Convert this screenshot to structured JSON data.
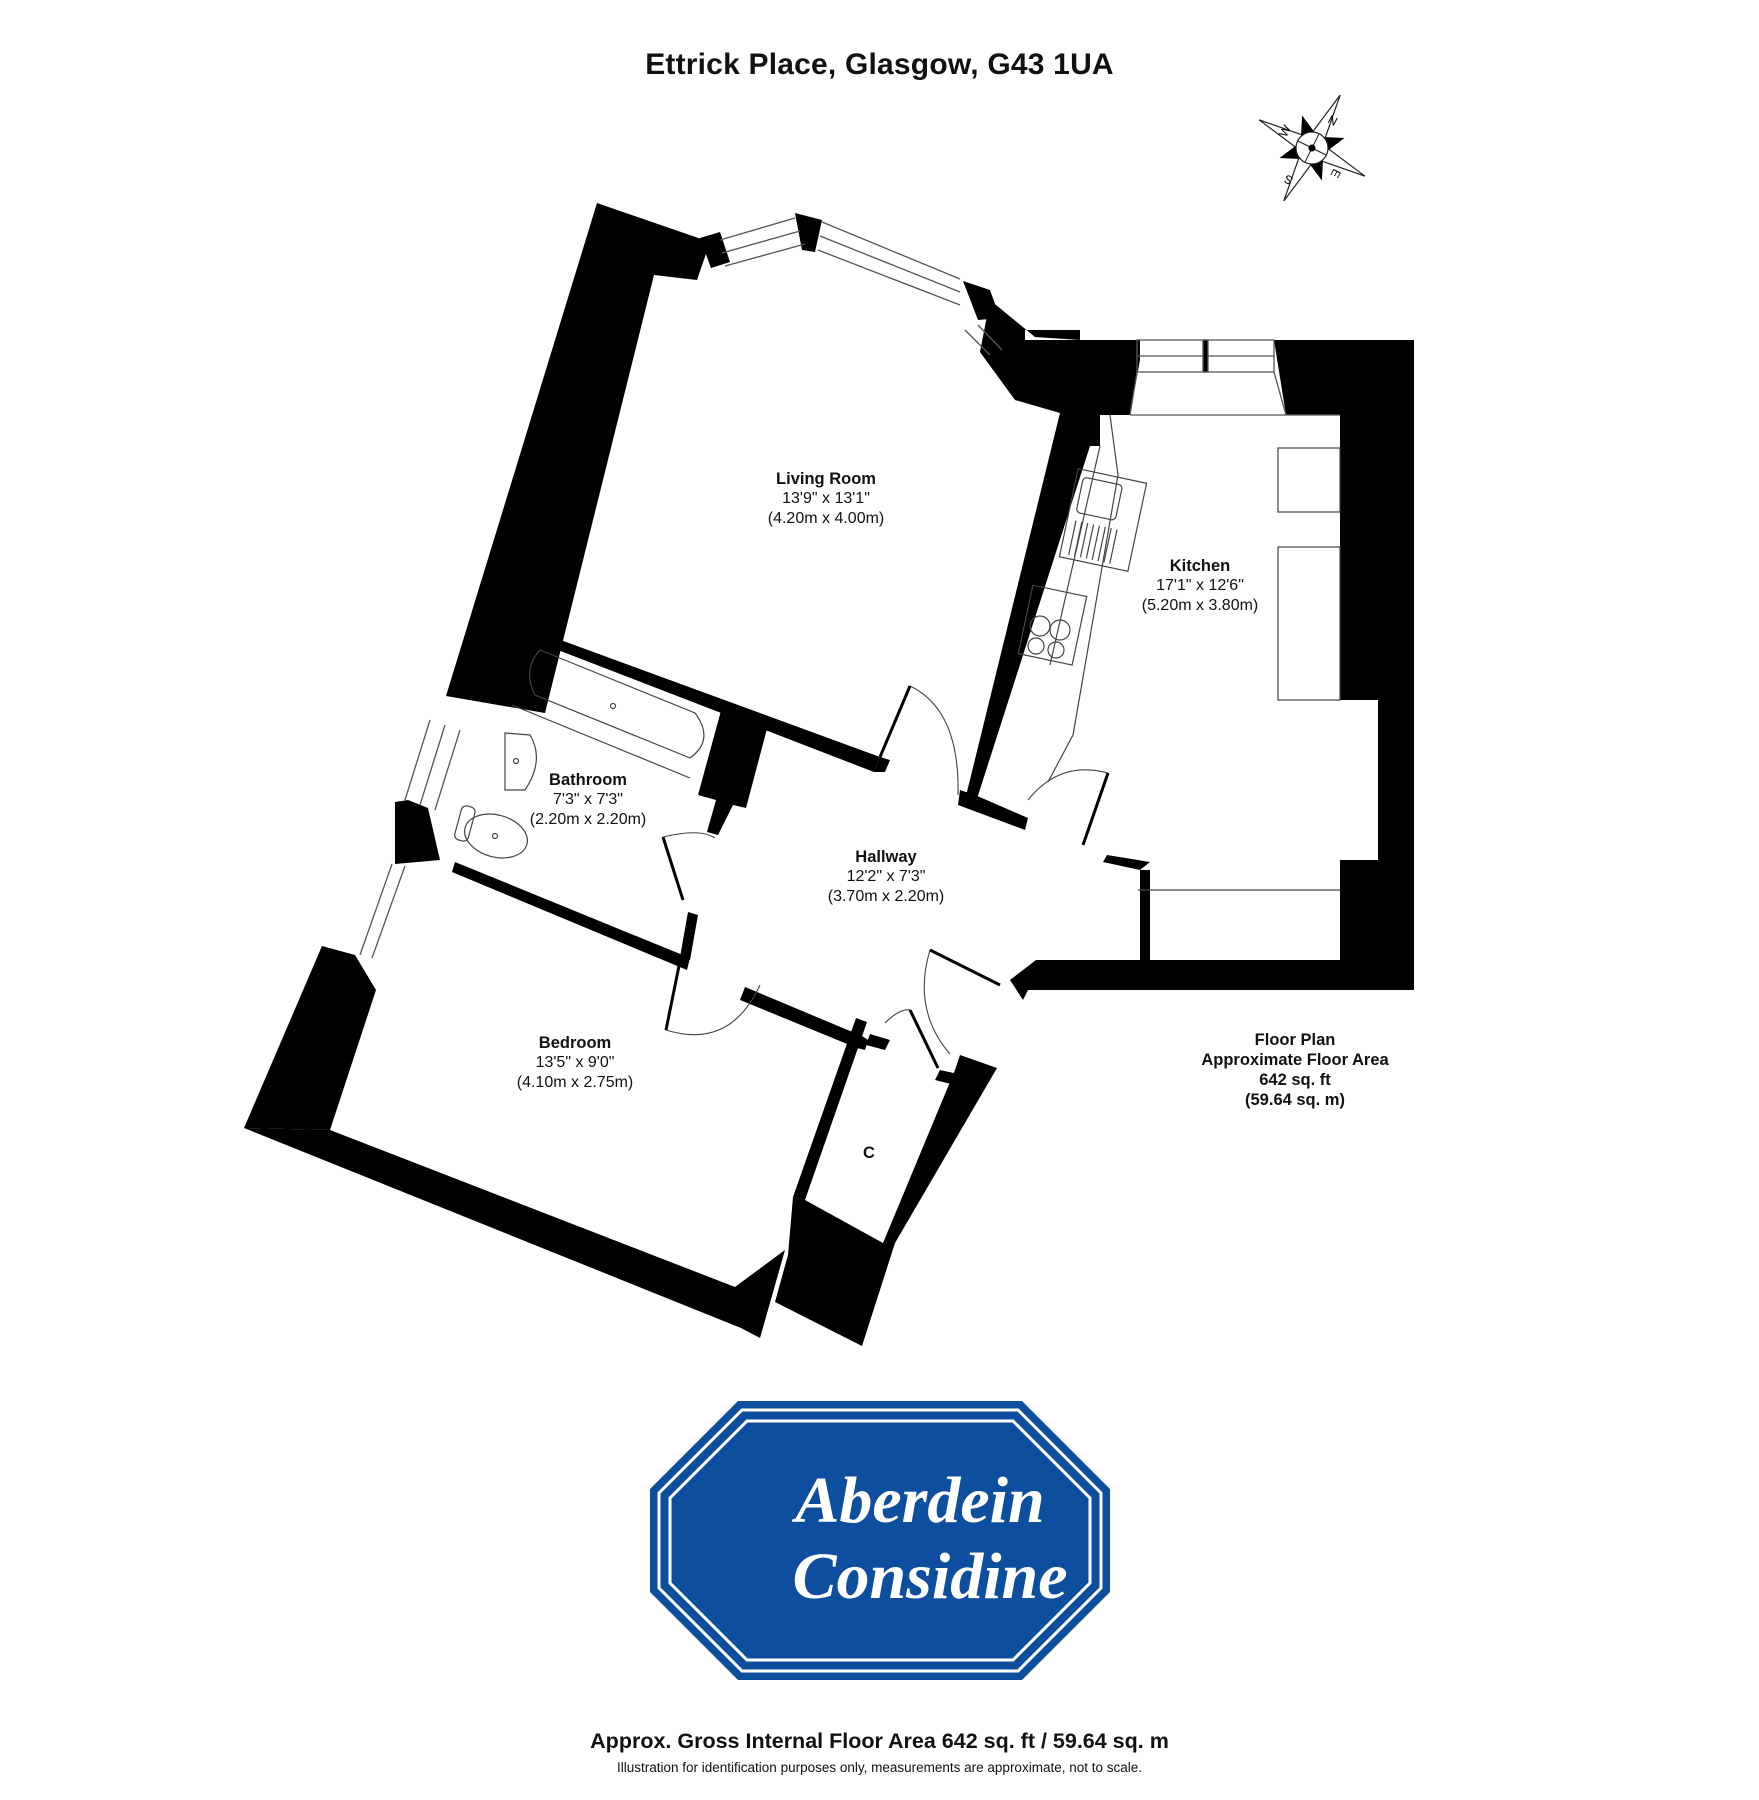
{
  "title": "Ettrick Place, Glasgow, G43 1UA",
  "compass": {
    "icon": "compass-rose-icon",
    "labels": [
      "N",
      "E",
      "S",
      "W"
    ]
  },
  "rooms": {
    "living_room": {
      "name": "Living Room",
      "imperial": "13'9\" x 13'1\"",
      "metric": "(4.20m x 4.00m)"
    },
    "kitchen": {
      "name": "Kitchen",
      "imperial": "17'1\" x 12'6\"",
      "metric": "(5.20m x 3.80m)"
    },
    "bathroom": {
      "name": "Bathroom",
      "imperial": "7'3\" x 7'3\"",
      "metric": "(2.20m x 2.20m)"
    },
    "hallway": {
      "name": "Hallway",
      "imperial": "12'2\" x 7'3\"",
      "metric": "(3.70m x 2.20m)"
    },
    "bedroom": {
      "name": "Bedroom",
      "imperial": "13'5\" x 9'0\"",
      "metric": "(4.10m x 2.75m)"
    },
    "cupboard": {
      "name": "C"
    }
  },
  "area_summary": {
    "heading": "Floor Plan",
    "subheading": "Approximate Floor Area",
    "sqft": "642 sq. ft",
    "sqm": "(59.64 sq. m)"
  },
  "logo": {
    "line1": "Aberdein",
    "line2": "Considine",
    "color": "#0d4f9e"
  },
  "footer": {
    "main": "Approx. Gross Internal Floor Area 642 sq. ft / 59.64 sq. m",
    "disclaimer": "Illustration for identification purposes only, measurements are approximate, not to scale."
  },
  "colors": {
    "wall": "#000000",
    "fixture_line": "#555555",
    "background": "#ffffff"
  }
}
